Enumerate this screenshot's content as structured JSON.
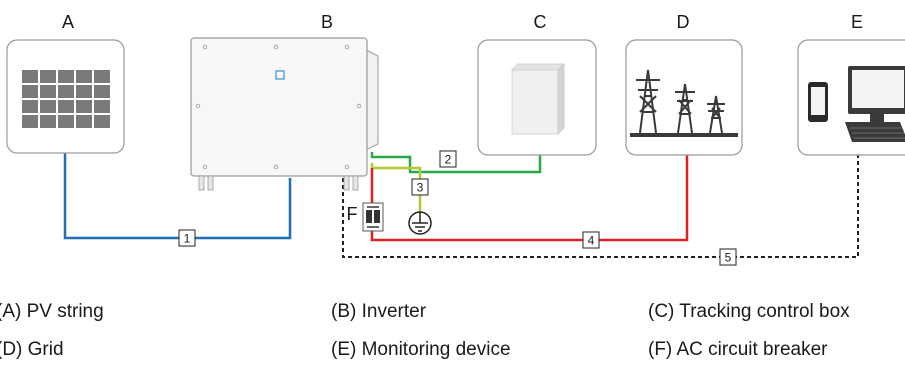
{
  "components": {
    "A": {
      "letter": "A",
      "name": "(A) PV string"
    },
    "B": {
      "letter": "B",
      "name": "(B) Inverter"
    },
    "C": {
      "letter": "C",
      "name": "(C) Tracking control box"
    },
    "D": {
      "letter": "D",
      "name": "(D) Grid"
    },
    "E": {
      "letter": "E",
      "name": "(E) Monitoring device"
    },
    "F": {
      "letter": "F",
      "name": "(F) AC circuit breaker"
    }
  },
  "cables": [
    "1",
    "2",
    "3",
    "4",
    "5"
  ],
  "colors": {
    "dc_cable": "#1f6fb5",
    "comm_cable": "#2aa84a",
    "ground_cable": "#b5c832",
    "ac_cable": "#e02020",
    "monitoring_cable": "#222222",
    "panel_cell": "#7a7a7a",
    "box_border": "#9a9a9a"
  }
}
